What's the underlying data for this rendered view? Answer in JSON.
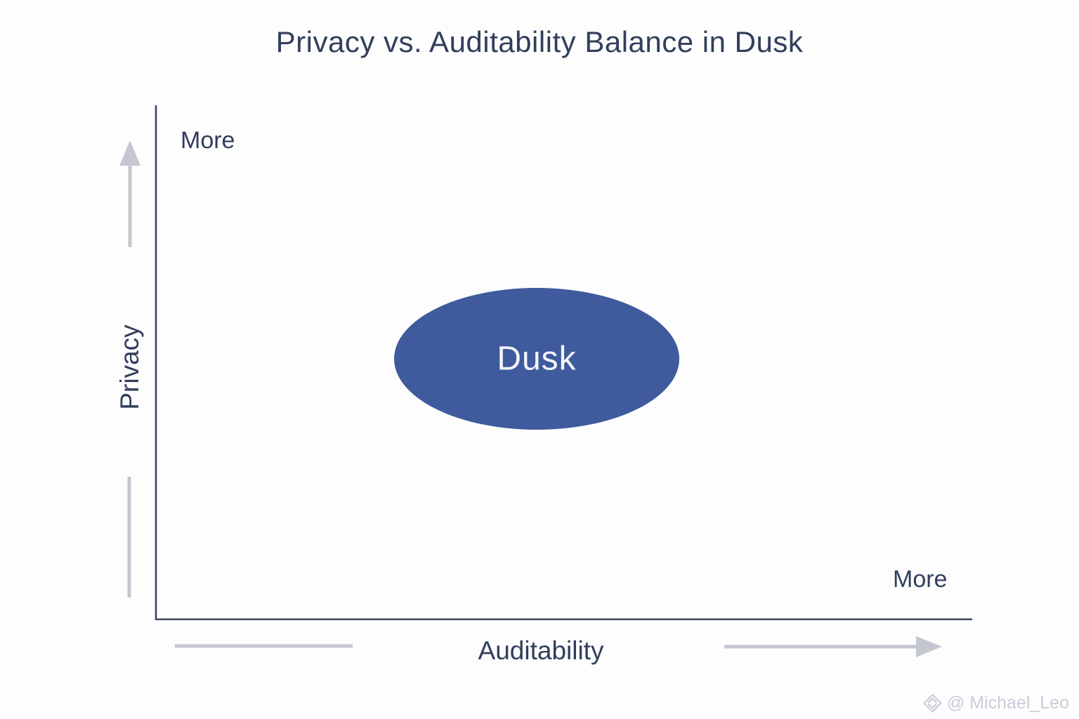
{
  "title": "Privacy vs. Auditability Balance in Dusk",
  "axes": {
    "y_label": "Privacy",
    "y_max_label": "More",
    "x_label": "Auditability",
    "x_max_label": "More"
  },
  "bubble": {
    "label": "Dusk",
    "fill": "#3f5b9d",
    "text_color": "#f3f5f9"
  },
  "watermark": {
    "handle": "@ Michael_Leo",
    "icon": "diamond-logo-icon",
    "color": "#c9cdd8"
  },
  "colors": {
    "background": "#fdfdfd",
    "text": "#313e5d",
    "axis_line": "#3a4560",
    "arrow_gray": "#c4c7cf"
  },
  "chart_data": {
    "type": "scatter",
    "title": "Privacy vs. Auditability Balance in Dusk",
    "xlabel": "Auditability",
    "ylabel": "Privacy",
    "x_axis_direction_label": "More",
    "y_axis_direction_label": "More",
    "grid": false,
    "legend": false,
    "axis_style": "qualitative, no tick values, arrows toward increasing values",
    "points": [
      {
        "label": "Dusk",
        "x_frac": 0.47,
        "y_frac": 0.51,
        "marker": "large-ellipse",
        "marker_rx_frac": 0.175,
        "marker_ry_frac": 0.138,
        "color": "#3f5b9d"
      }
    ]
  }
}
